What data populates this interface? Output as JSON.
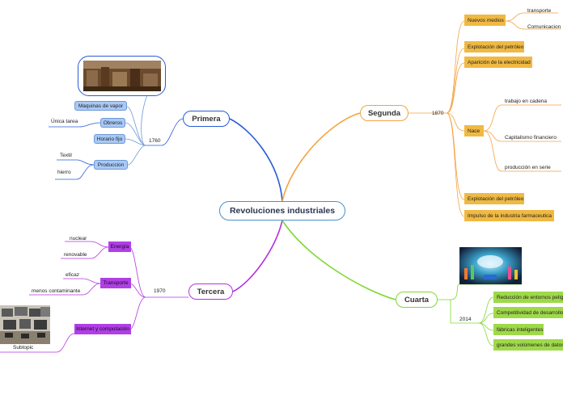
{
  "central": {
    "label": "Revoluciones industriales"
  },
  "primera": {
    "label": "Primera",
    "year": "1760",
    "items": [
      "Maquinas de vapor",
      "Obreros",
      "Horario fijo",
      "Produccion"
    ],
    "obreros_sub": "Única tarea",
    "produccion_subs": [
      "Textil",
      "hierro"
    ]
  },
  "segunda": {
    "label": "Segunda",
    "year": "1870",
    "nuevos_medios": "Nuevos medios",
    "nuevos_medios_subs": [
      "transporte",
      "Comunicacion"
    ],
    "items": [
      "Explotación del petróleo",
      "Aparición de la electricidad"
    ],
    "nace": "Nace",
    "nace_subs": [
      "trabajo en cadena",
      "Capitalismo financiero",
      "producción en serie"
    ],
    "items_bottom": [
      "Explotación del petróleo",
      "Impulso de la industria farmaceutica"
    ]
  },
  "tercera": {
    "label": "Tercera",
    "year": "1970",
    "energia": "Energía",
    "energia_subs": [
      "nuclear",
      "renovable"
    ],
    "transporte": "Transporte",
    "transporte_subs": [
      "eficaz",
      "menos contaminante"
    ],
    "internet": "Internet y computación",
    "subtopic": "Subtopic"
  },
  "cuarta": {
    "label": "Cuarta",
    "year": "2014",
    "items": [
      "Reducción de entornos peligrosos",
      "Competitividad de desarrollo",
      "fábricas inteligentes",
      "grandes volúmenes de datos"
    ]
  },
  "colors": {
    "primera": "#2a5bd7",
    "segunda": "#f4a341",
    "tercera": "#b234e0",
    "cuarta": "#7fd832",
    "central": "#4a90c8"
  }
}
